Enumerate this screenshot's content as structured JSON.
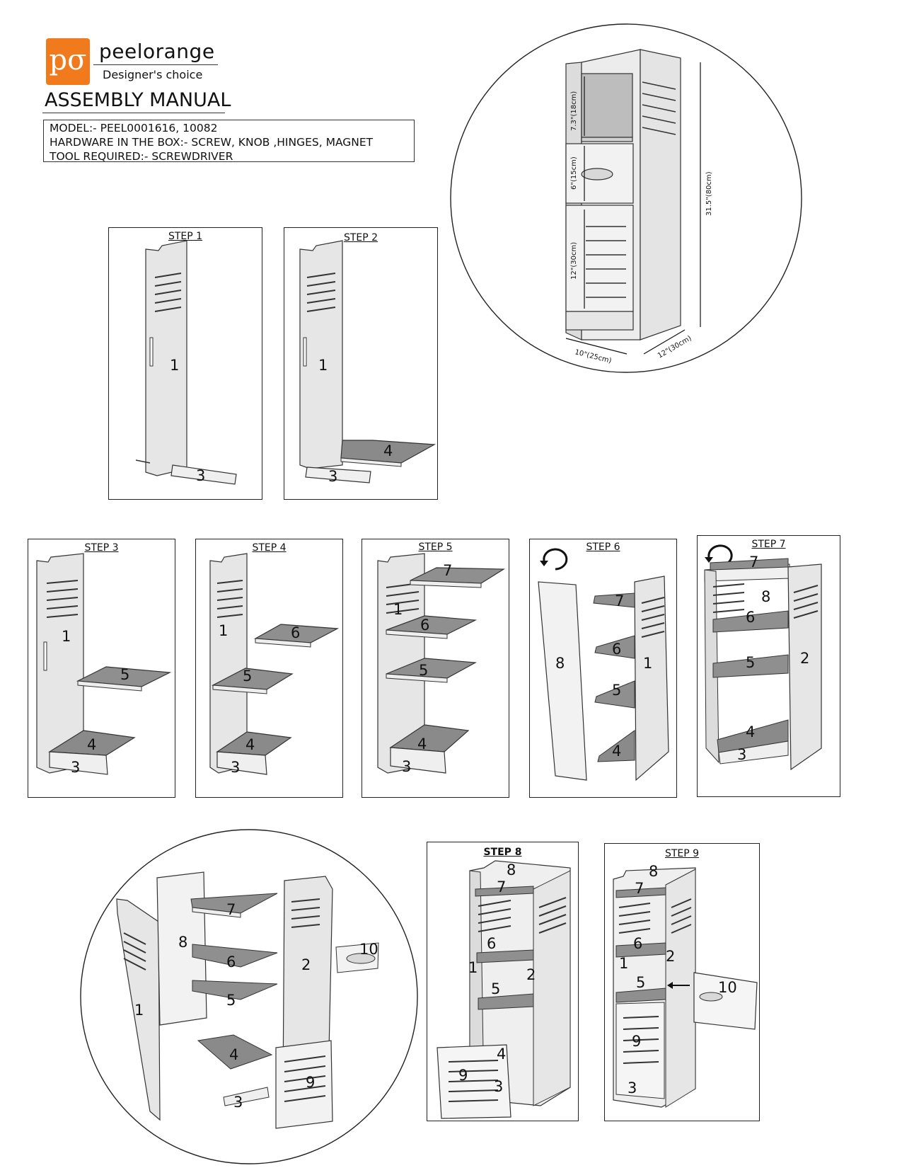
{
  "header": {
    "logo_mark": "pσ",
    "brand": "peelorange",
    "tagline": "Designer's choice",
    "title": "ASSEMBLY MANUAL",
    "info_lines": [
      "MODEL:- PEEL0001616, 10082",
      "HARDWARE IN THE BOX:- SCREW, KNOB ,HINGES, MAGNET",
      "TOOL REQUIRED:- SCREWDRIVER"
    ]
  },
  "dimensions": {
    "top_compartment": "7.3\"(18cm)",
    "middle_compartment": "6\"(15cm)",
    "bottom_compartment": "12\"(30cm)",
    "height": "31.5\"(80cm)",
    "width": "10\"(25cm)",
    "depth": "12\"(30cm)"
  },
  "steps": [
    {
      "title": "STEP 1",
      "parts": [
        "1",
        "3"
      ]
    },
    {
      "title": "STEP 2",
      "parts": [
        "1",
        "4",
        "3"
      ]
    },
    {
      "title": "STEP 3",
      "parts": [
        "1",
        "5",
        "4",
        "3"
      ]
    },
    {
      "title": "STEP 4",
      "parts": [
        "1",
        "6",
        "5",
        "4",
        "3"
      ]
    },
    {
      "title": "STEP 5",
      "parts": [
        "7",
        "1",
        "6",
        "5",
        "4",
        "3"
      ]
    },
    {
      "title": "STEP 6",
      "parts": [
        "7",
        "6",
        "8",
        "1",
        "5",
        "4"
      ]
    },
    {
      "title": "STEP 7",
      "parts": [
        "7",
        "8",
        "6",
        "5",
        "2",
        "4",
        "3"
      ]
    },
    {
      "title": "STEP 8",
      "parts": [
        "8",
        "7",
        "6",
        "1",
        "2",
        "5",
        "4",
        "9",
        "3"
      ]
    },
    {
      "title": "STEP 9",
      "parts": [
        "8",
        "7",
        "6",
        "1",
        "2",
        "5",
        "10",
        "9",
        "3"
      ]
    }
  ],
  "exploded_parts": [
    "7",
    "8",
    "6",
    "2",
    "10",
    "1",
    "5",
    "4",
    "9",
    "3"
  ],
  "colors": {
    "logo": "#f07a1c",
    "panel_fill": "#e6e6e6",
    "shelf_dark": "#8a8a8a"
  }
}
